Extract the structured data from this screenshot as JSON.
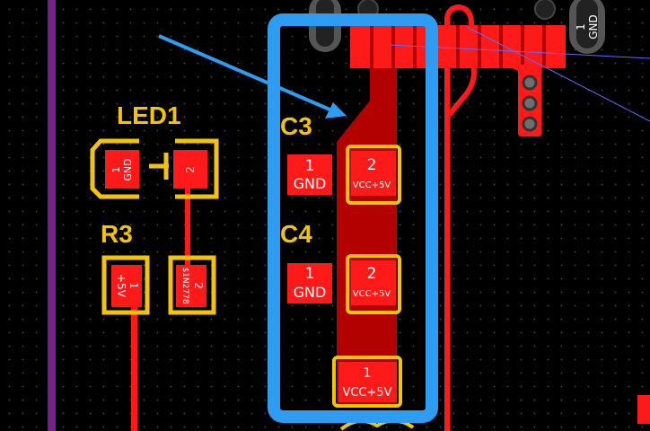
{
  "colors": {
    "background": "#000000",
    "copper": "#ff1a1a",
    "copper_pour": "#b30000",
    "silkscreen": "#f5c400",
    "selection": "#2e9cf0",
    "board_edge": "#7a1f8f",
    "ratsnest": "#5c6cff"
  },
  "components": {
    "led1": {
      "ref": "LED1",
      "pad1_num": "1",
      "pad1_net": "GND",
      "pad2_num": "2"
    },
    "r3": {
      "ref": "R3",
      "pad1_num": "1",
      "pad1_net": "+5V",
      "pad2_num": "2",
      "pad2_net": "$1N2778"
    },
    "c3": {
      "ref": "C3",
      "pad1_num": "1",
      "pad1_net": "GND",
      "pad2_num": "2",
      "pad2_net": "VCC+5V"
    },
    "c4": {
      "ref": "C4",
      "pad1_num": "1",
      "pad1_net": "GND",
      "pad2_num": "2",
      "pad2_net": "VCC+5V"
    },
    "bottom_pad": {
      "num": "1",
      "net": "VCC+5V"
    },
    "top_right_pad": {
      "num": "1",
      "net": "GND"
    }
  }
}
